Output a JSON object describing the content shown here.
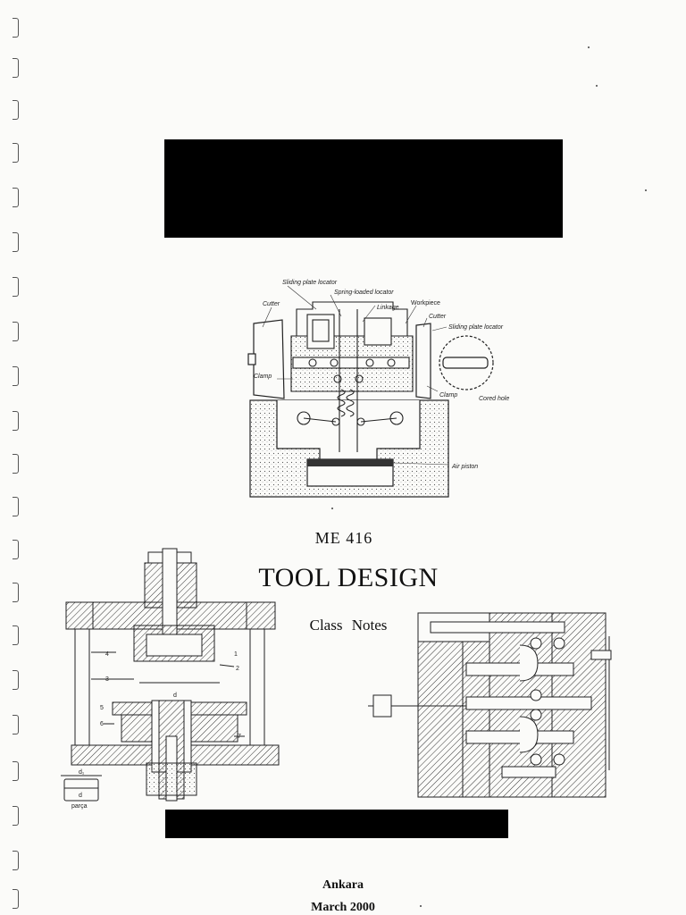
{
  "document": {
    "course_code": "ME 416",
    "title": "TOOL DESIGN",
    "subtitle": "Class Notes",
    "city": "Ankara",
    "date": "March 2000"
  },
  "fixture_figure": {
    "labels": {
      "sliding_plate_locator_top": "Sliding plate locator",
      "spring_loaded_locator": "Spring-loaded locator",
      "cutter_left": "Cutter",
      "linkage": "Linkage",
      "workpiece": "Workpiece",
      "cutter_right": "Cutter",
      "sliding_plate_locator_right": "Sliding plate locator",
      "clamp_left": "Clamp",
      "clamp_right": "Clamp",
      "cored_hole": "Cored hole",
      "air_piston": "Air piston"
    }
  },
  "die_figure": {
    "labels": {
      "d1": "d₁",
      "d": "d",
      "part": "parça",
      "d_top": "d",
      "n1": "1",
      "n2": "2",
      "n3": "3",
      "n4": "4",
      "n5": "5",
      "n6": "6",
      "n7": "7"
    }
  },
  "mold_figure": {}
}
